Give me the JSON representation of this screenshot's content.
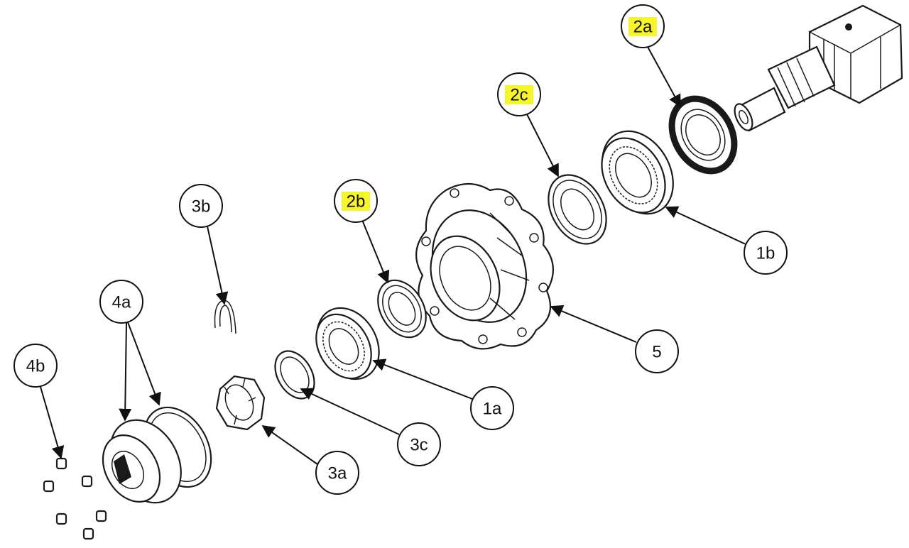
{
  "colors": {
    "highlight": "#f5f52a",
    "line": "#111111",
    "background": "#ffffff"
  },
  "callouts": [
    {
      "id": "2a",
      "label": "2a",
      "highlighted": true
    },
    {
      "id": "2c",
      "label": "2c",
      "highlighted": true
    },
    {
      "id": "2b",
      "label": "2b",
      "highlighted": true
    },
    {
      "id": "3b",
      "label": "3b",
      "highlighted": false
    },
    {
      "id": "4a",
      "label": "4a",
      "highlighted": false
    },
    {
      "id": "4b",
      "label": "4b",
      "highlighted": false
    },
    {
      "id": "1b",
      "label": "1b",
      "highlighted": false
    },
    {
      "id": "5",
      "label": "5",
      "highlighted": false
    },
    {
      "id": "1a",
      "label": "1a",
      "highlighted": false
    },
    {
      "id": "3c",
      "label": "3c",
      "highlighted": false
    },
    {
      "id": "3a",
      "label": "3a",
      "highlighted": false
    }
  ],
  "parts": [
    {
      "id": "spindle",
      "icon": "axle-spindle-icon"
    },
    {
      "id": "2a",
      "icon": "seal-ring-icon"
    },
    {
      "id": "1b",
      "icon": "bearing-icon"
    },
    {
      "id": "2c",
      "icon": "seal-ring-icon"
    },
    {
      "id": "5",
      "icon": "wheel-hub-icon"
    },
    {
      "id": "2b",
      "icon": "seal-ring-icon"
    },
    {
      "id": "1a",
      "icon": "bearing-icon"
    },
    {
      "id": "3c",
      "icon": "lock-washer-icon"
    },
    {
      "id": "3b",
      "icon": "cotter-pin-icon"
    },
    {
      "id": "3a",
      "icon": "castle-nut-icon"
    },
    {
      "id": "4a",
      "icon": "hub-cap-icon"
    },
    {
      "id": "4b",
      "icon": "screw-icon"
    }
  ]
}
